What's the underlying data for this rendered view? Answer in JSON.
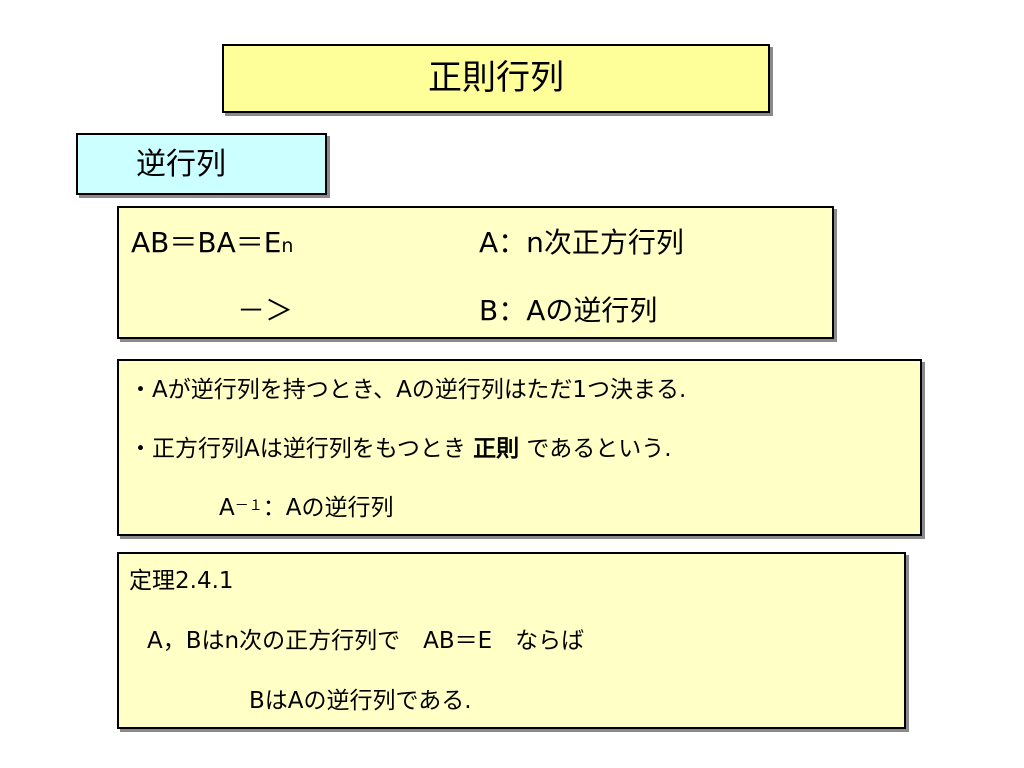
{
  "title": "正則行列",
  "subtitle": "逆行列",
  "definition": {
    "equation_main": "AB＝BA＝E",
    "equation_sub": "n",
    "a_desc": "A：n次正方行列",
    "arrow": "－＞",
    "b_desc": "B：Aの逆行列"
  },
  "properties": {
    "line1": "・Aが逆行列を持つとき、Aの逆行列はただ1つ決まる.",
    "line2_pre": "・正方行列Aは逆行列をもつとき ",
    "line2_bold": "正則",
    "line2_post": " であるという.",
    "line3_base": "A",
    "line3_sup": "－１",
    "line3_rest": "：Aの逆行列"
  },
  "theorem": {
    "heading": "定理2.4.1",
    "line1": "A，Bはn次の正方行列で　AB＝E　ならば",
    "line2": "BはAの逆行列である."
  },
  "colors": {
    "title_bg": "#ffff99",
    "subtitle_bg": "#ccffff",
    "box_bg": "#ffffc6",
    "border": "#000000",
    "shadow": "#8a8a8a"
  }
}
